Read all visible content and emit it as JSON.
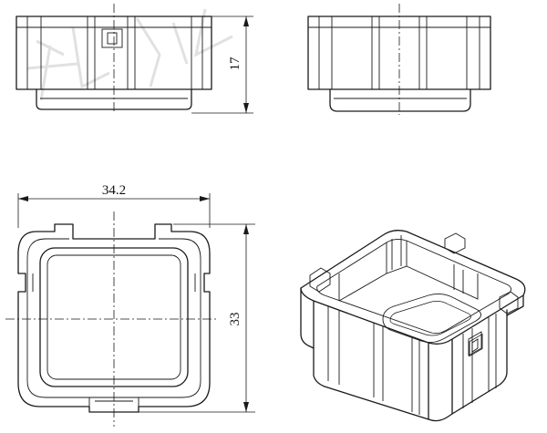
{
  "dimensions": {
    "height": "17",
    "width": "34.2",
    "depth": "33"
  },
  "views": [
    "front-view",
    "side-view",
    "top-view",
    "isometric-view"
  ]
}
